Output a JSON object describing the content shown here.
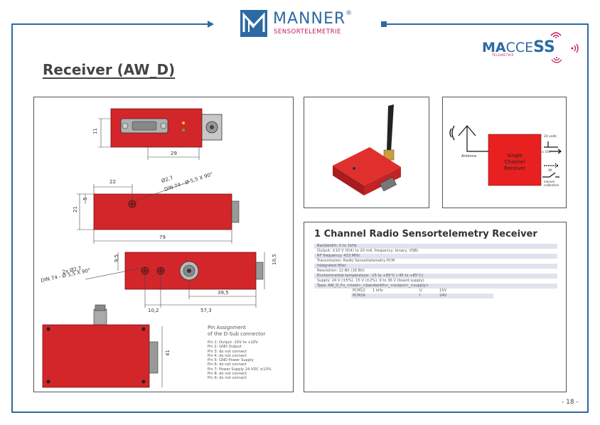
{
  "header": {
    "brand_name": "MANNER",
    "brand_registered": "®",
    "brand_subtitle": "SENSORTELEMETRIE",
    "colors": {
      "frame": "#2d6aa3",
      "brand_blue": "#2d6aa3",
      "brand_pink": "#c2185b",
      "accent": "#d3262a"
    }
  },
  "macce_logo": {
    "text_a": "MA",
    "text_b": "CCE",
    "text_c": "SS",
    "sub": "TELEMETRIE"
  },
  "page_title": "Receiver (AW_D)",
  "drawing": {
    "dims": {
      "d11": "11",
      "d29": "29",
      "d22": "22",
      "d_hole_top": "Ø2,7",
      "d_din_top": "DIN 74 - Ø 5,5 X 90°",
      "d5": "5",
      "d21": "21",
      "d79": "79",
      "d_hole_bottom": "2x Ø2,7",
      "d_din_bottom": "DIN 74 - Ø 5,5 X 90°",
      "d95": "9,5",
      "d105": "10,5",
      "d395": "39,5",
      "d102": "10,2",
      "d573": "57,3",
      "d41": "41"
    },
    "pin_assignment": {
      "title_line1": "Pin Assignment",
      "title_line2": "of the D-Sub connector",
      "pins": [
        "Pin 1: Output -10V to +10V",
        "Pin 2: GND Output",
        "Pin 3: do not connect",
        "Pin 4: do not connect",
        "Pin 5: GND Power Supply",
        "Pin 6: do not connect",
        "Pin 7: Power Supply 24 VDC ±10%",
        "Pin 8: do not connect",
        "Pin 9: do not connect"
      ]
    }
  },
  "block_diagram": {
    "antenna_label": "Antenna",
    "box_line1": "Single",
    "box_line2": "Channel",
    "box_line3": "Receiver",
    "label_24v": "24 volts",
    "label_out": "± 10V",
    "label_ok": "OK",
    "label_manual1": "manual",
    "label_manual2": "calibration"
  },
  "specs": {
    "title": "1 Channel Radio Sensortelemetry Receiver",
    "rows": [
      "Bandwidth: 0 to 1kHz",
      "Output: ±10 V (0(4) to 20 mA, frequency, binary, USB)",
      "RF frequency: 433 MHz",
      "Transmission: Radio Sensortelemetry PCM",
      "Integrated filter",
      "Resolution: 12 Bit (16 Bit)",
      "Environmental temperature: -25 to +85°C (-45 to +85°C)",
      "Supply: 24 V (±5%), 15 V (±2%), 9 to 36 V (board supply)",
      "Type: AW_D_Fu_<mod>_<bandwidth>_<output>_<supply>"
    ],
    "variants": [
      {
        "name": "PCM12",
        "bw": "1 kHz",
        "out": "U",
        "supply": "15V"
      },
      {
        "name": "PCM16",
        "bw": "",
        "out": "I",
        "supply": "24V"
      }
    ]
  },
  "page_number": "- 18 -"
}
